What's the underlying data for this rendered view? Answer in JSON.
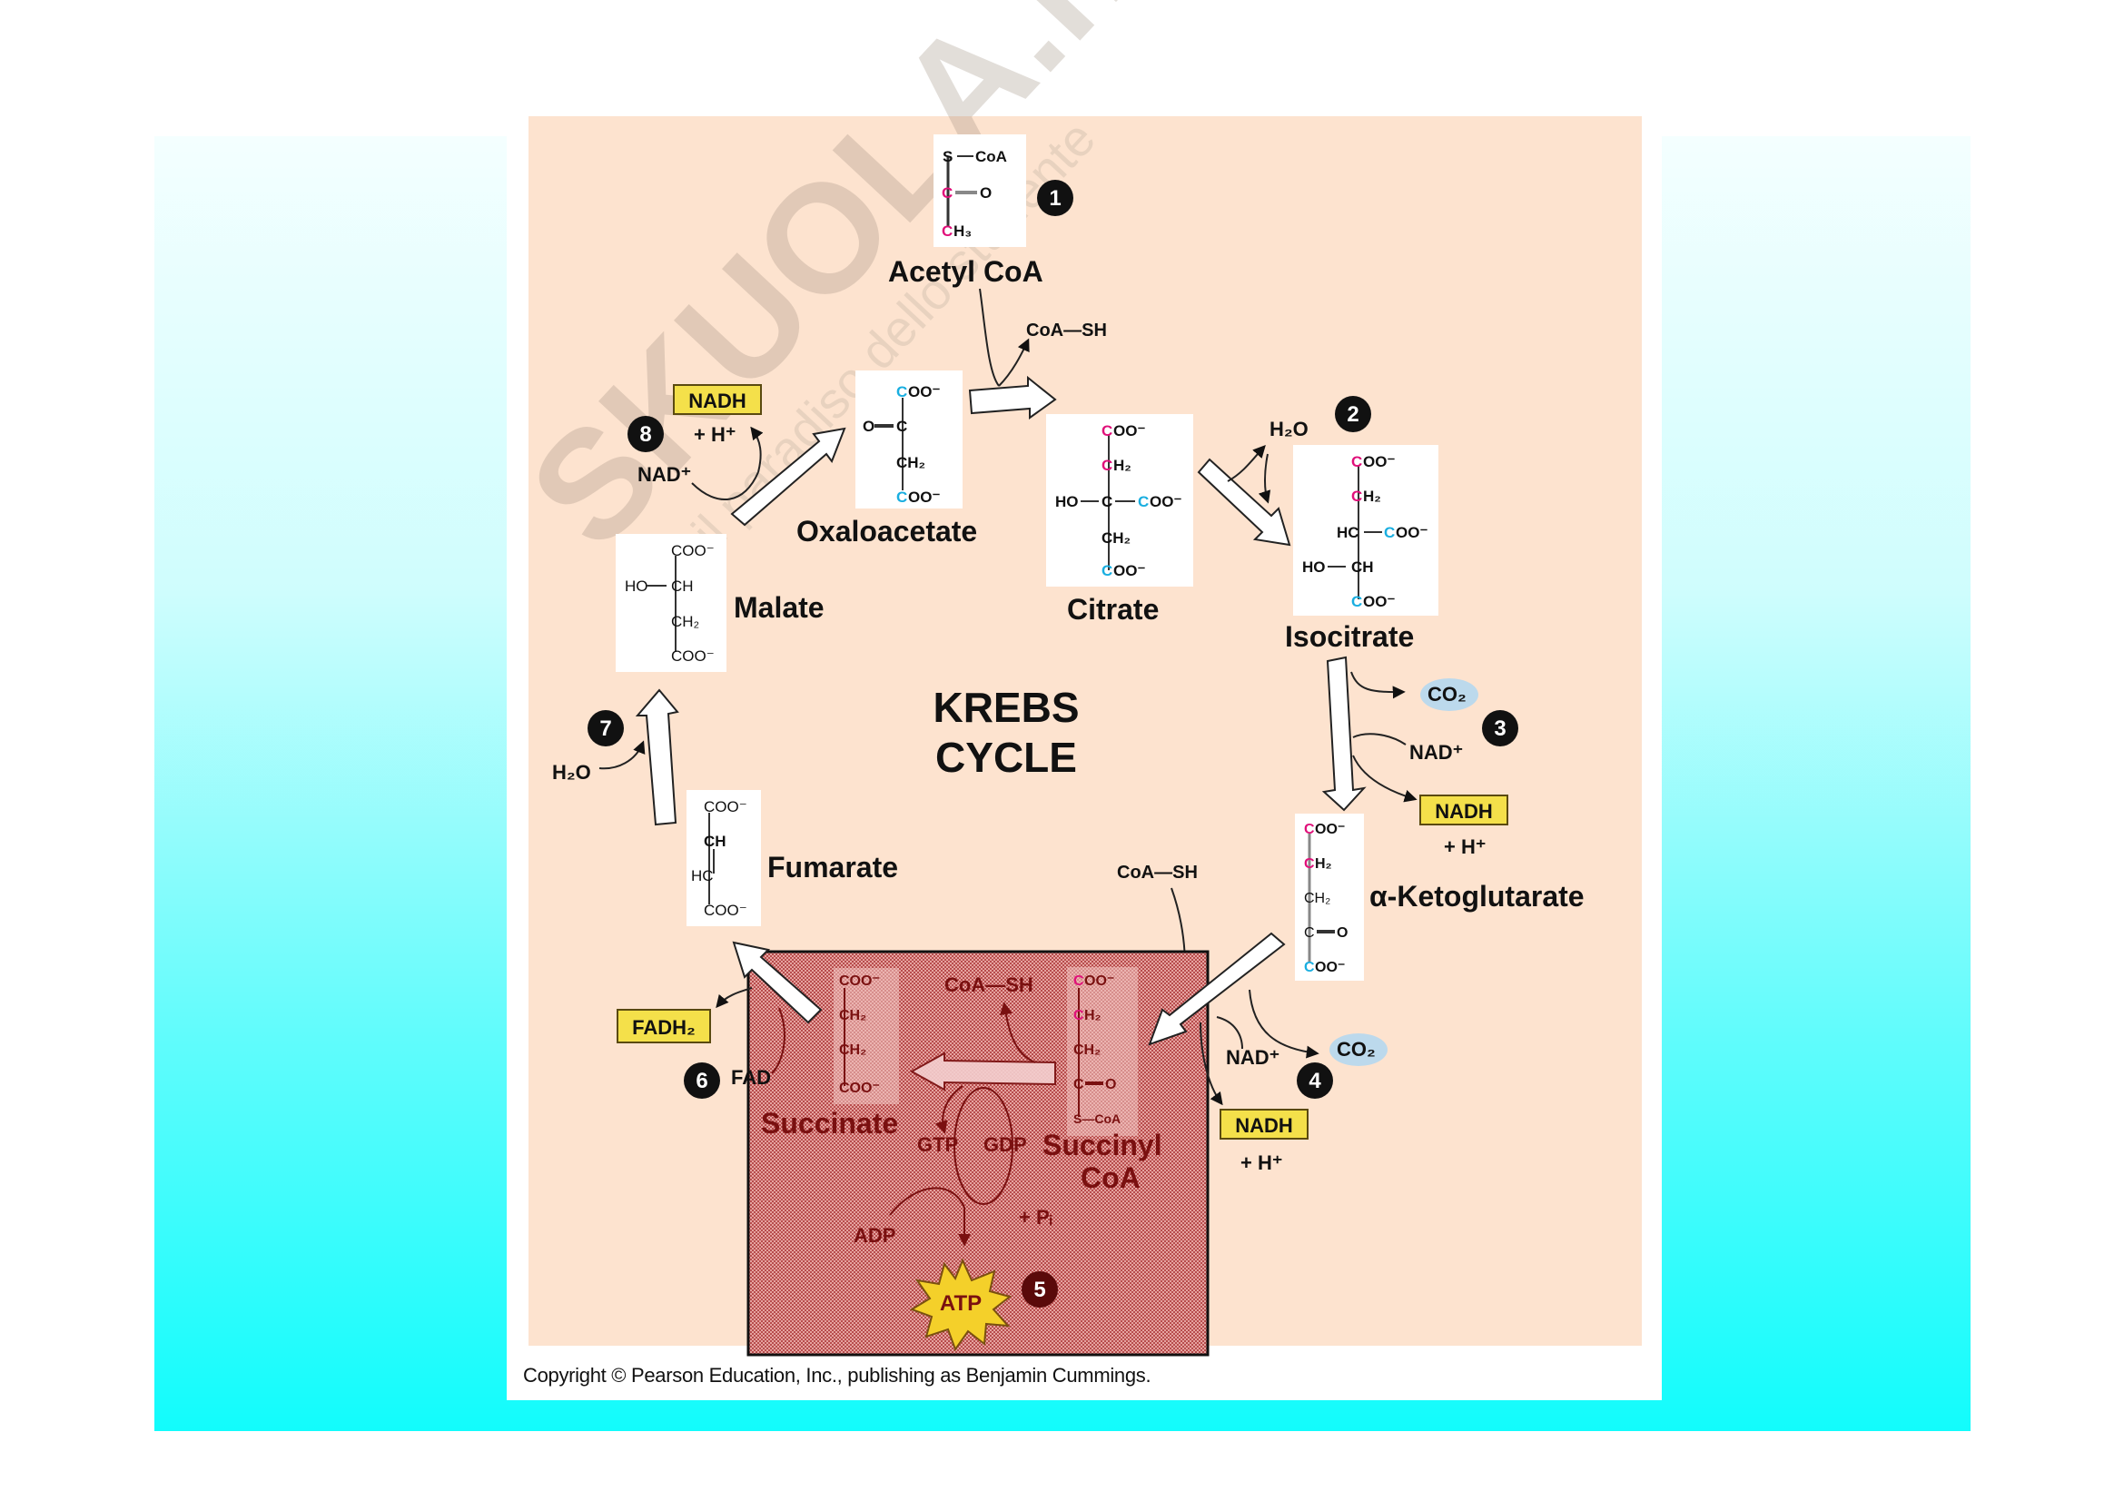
{
  "title": "KREBS CYCLE",
  "title_lines": [
    "KREBS",
    "CYCLE"
  ],
  "watermark": {
    "brand": "SKUOLA.net",
    "tagline": "il paradiso dello studente"
  },
  "copyright": "Copyright © Pearson Education, Inc., publishing as Benjamin Cummings.",
  "colors": {
    "slide_gradient_top": "#f4ffff",
    "slide_gradient_bottom": "#12fcfc",
    "peach": "#fde3cf",
    "carbon_acetyl": "#e0107a",
    "carbon_oxaloacetate": "#19aee0",
    "highlight_box": "#f4e04a",
    "co2_bubble": "#bcd9ec",
    "atp_box": "#d98a8a",
    "atp_text": "#7a1010",
    "step_circle": "#111111"
  },
  "molecules": {
    "acetyl_coa": {
      "name": "Acetyl CoA",
      "lines": [
        "S—CoA",
        "C═O",
        "CH₃"
      ]
    },
    "citrate": {
      "name": "Citrate",
      "lines": [
        "COO⁻",
        "CH₂",
        "HO—C—COO⁻",
        "CH₂",
        "COO⁻"
      ]
    },
    "isocitrate": {
      "name": "Isocitrate",
      "lines": [
        "COO⁻",
        "CH₂",
        "HC—COO⁻",
        "HO—CH",
        "COO⁻"
      ]
    },
    "alpha_ketoglutarate": {
      "name": "α-Ketoglutarate",
      "lines": [
        "COO⁻",
        "CH₂",
        "CH₂",
        "C═O",
        "COO⁻"
      ]
    },
    "succinyl_coa": {
      "name_line1": "Succinyl",
      "name_line2": "CoA",
      "lines": [
        "COO⁻",
        "CH₂",
        "CH₂",
        "C═O",
        "S—CoA"
      ]
    },
    "succinate": {
      "name": "Succinate",
      "lines": [
        "COO⁻",
        "CH₂",
        "CH₂",
        "COO⁻"
      ]
    },
    "fumarate": {
      "name": "Fumarate",
      "lines": [
        "COO⁻",
        "CH",
        "HC",
        "COO⁻"
      ]
    },
    "malate": {
      "name": "Malate",
      "lines": [
        "COO⁻",
        "HO—CH",
        "CH₂",
        "COO⁻"
      ]
    },
    "oxaloacetate": {
      "name": "Oxaloacetate",
      "lines": [
        "COO⁻",
        "O═C",
        "CH₂",
        "COO⁻"
      ]
    }
  },
  "steps": [
    {
      "number": "1"
    },
    {
      "number": "2",
      "inputs": [],
      "outputs": [
        "H₂O"
      ]
    },
    {
      "number": "3",
      "inputs": [
        "NAD⁺"
      ],
      "outputs": [
        "CO₂",
        "NADH",
        "+ H⁺"
      ]
    },
    {
      "number": "4",
      "inputs": [
        "CoA—SH",
        "NAD⁺"
      ],
      "outputs": [
        "CO₂",
        "NADH",
        "+ H⁺"
      ]
    },
    {
      "number": "5",
      "inputs": [
        "GDP",
        "Pᵢ",
        "ADP"
      ],
      "outputs": [
        "CoA—SH",
        "GTP",
        "ATP"
      ]
    },
    {
      "number": "6",
      "inputs": [
        "FAD"
      ],
      "outputs": [
        "FADH₂"
      ]
    },
    {
      "number": "7",
      "inputs": [
        "H₂O"
      ]
    },
    {
      "number": "8",
      "inputs": [
        "NAD⁺"
      ],
      "outputs": [
        "NADH",
        "+ H⁺"
      ]
    }
  ],
  "labels": {
    "coa_sh_top": "CoA—SH",
    "h2o_step2": "H₂O",
    "co2_step3": "CO₂",
    "nad_step3": "NAD⁺",
    "nadh_step3": "NADH",
    "hplus_step3": "+ H⁺",
    "coa_sh_step4": "CoA—SH",
    "nad_step4": "NAD⁺",
    "co2_step4": "CO₂",
    "nadh_step4": "NADH",
    "hplus_step4": "+ H⁺",
    "coa_sh_step5": "CoA—SH",
    "gtp": "GTP",
    "gdp": "GDP",
    "pi": "+ Pᵢ",
    "adp": "ADP",
    "atp": "ATP",
    "fad": "FAD",
    "fadh2": "FADH₂",
    "h2o_step7": "H₂O",
    "nad_step8": "NAD⁺",
    "nadh_step8": "NADH",
    "hplus_step8": "+ H⁺"
  }
}
